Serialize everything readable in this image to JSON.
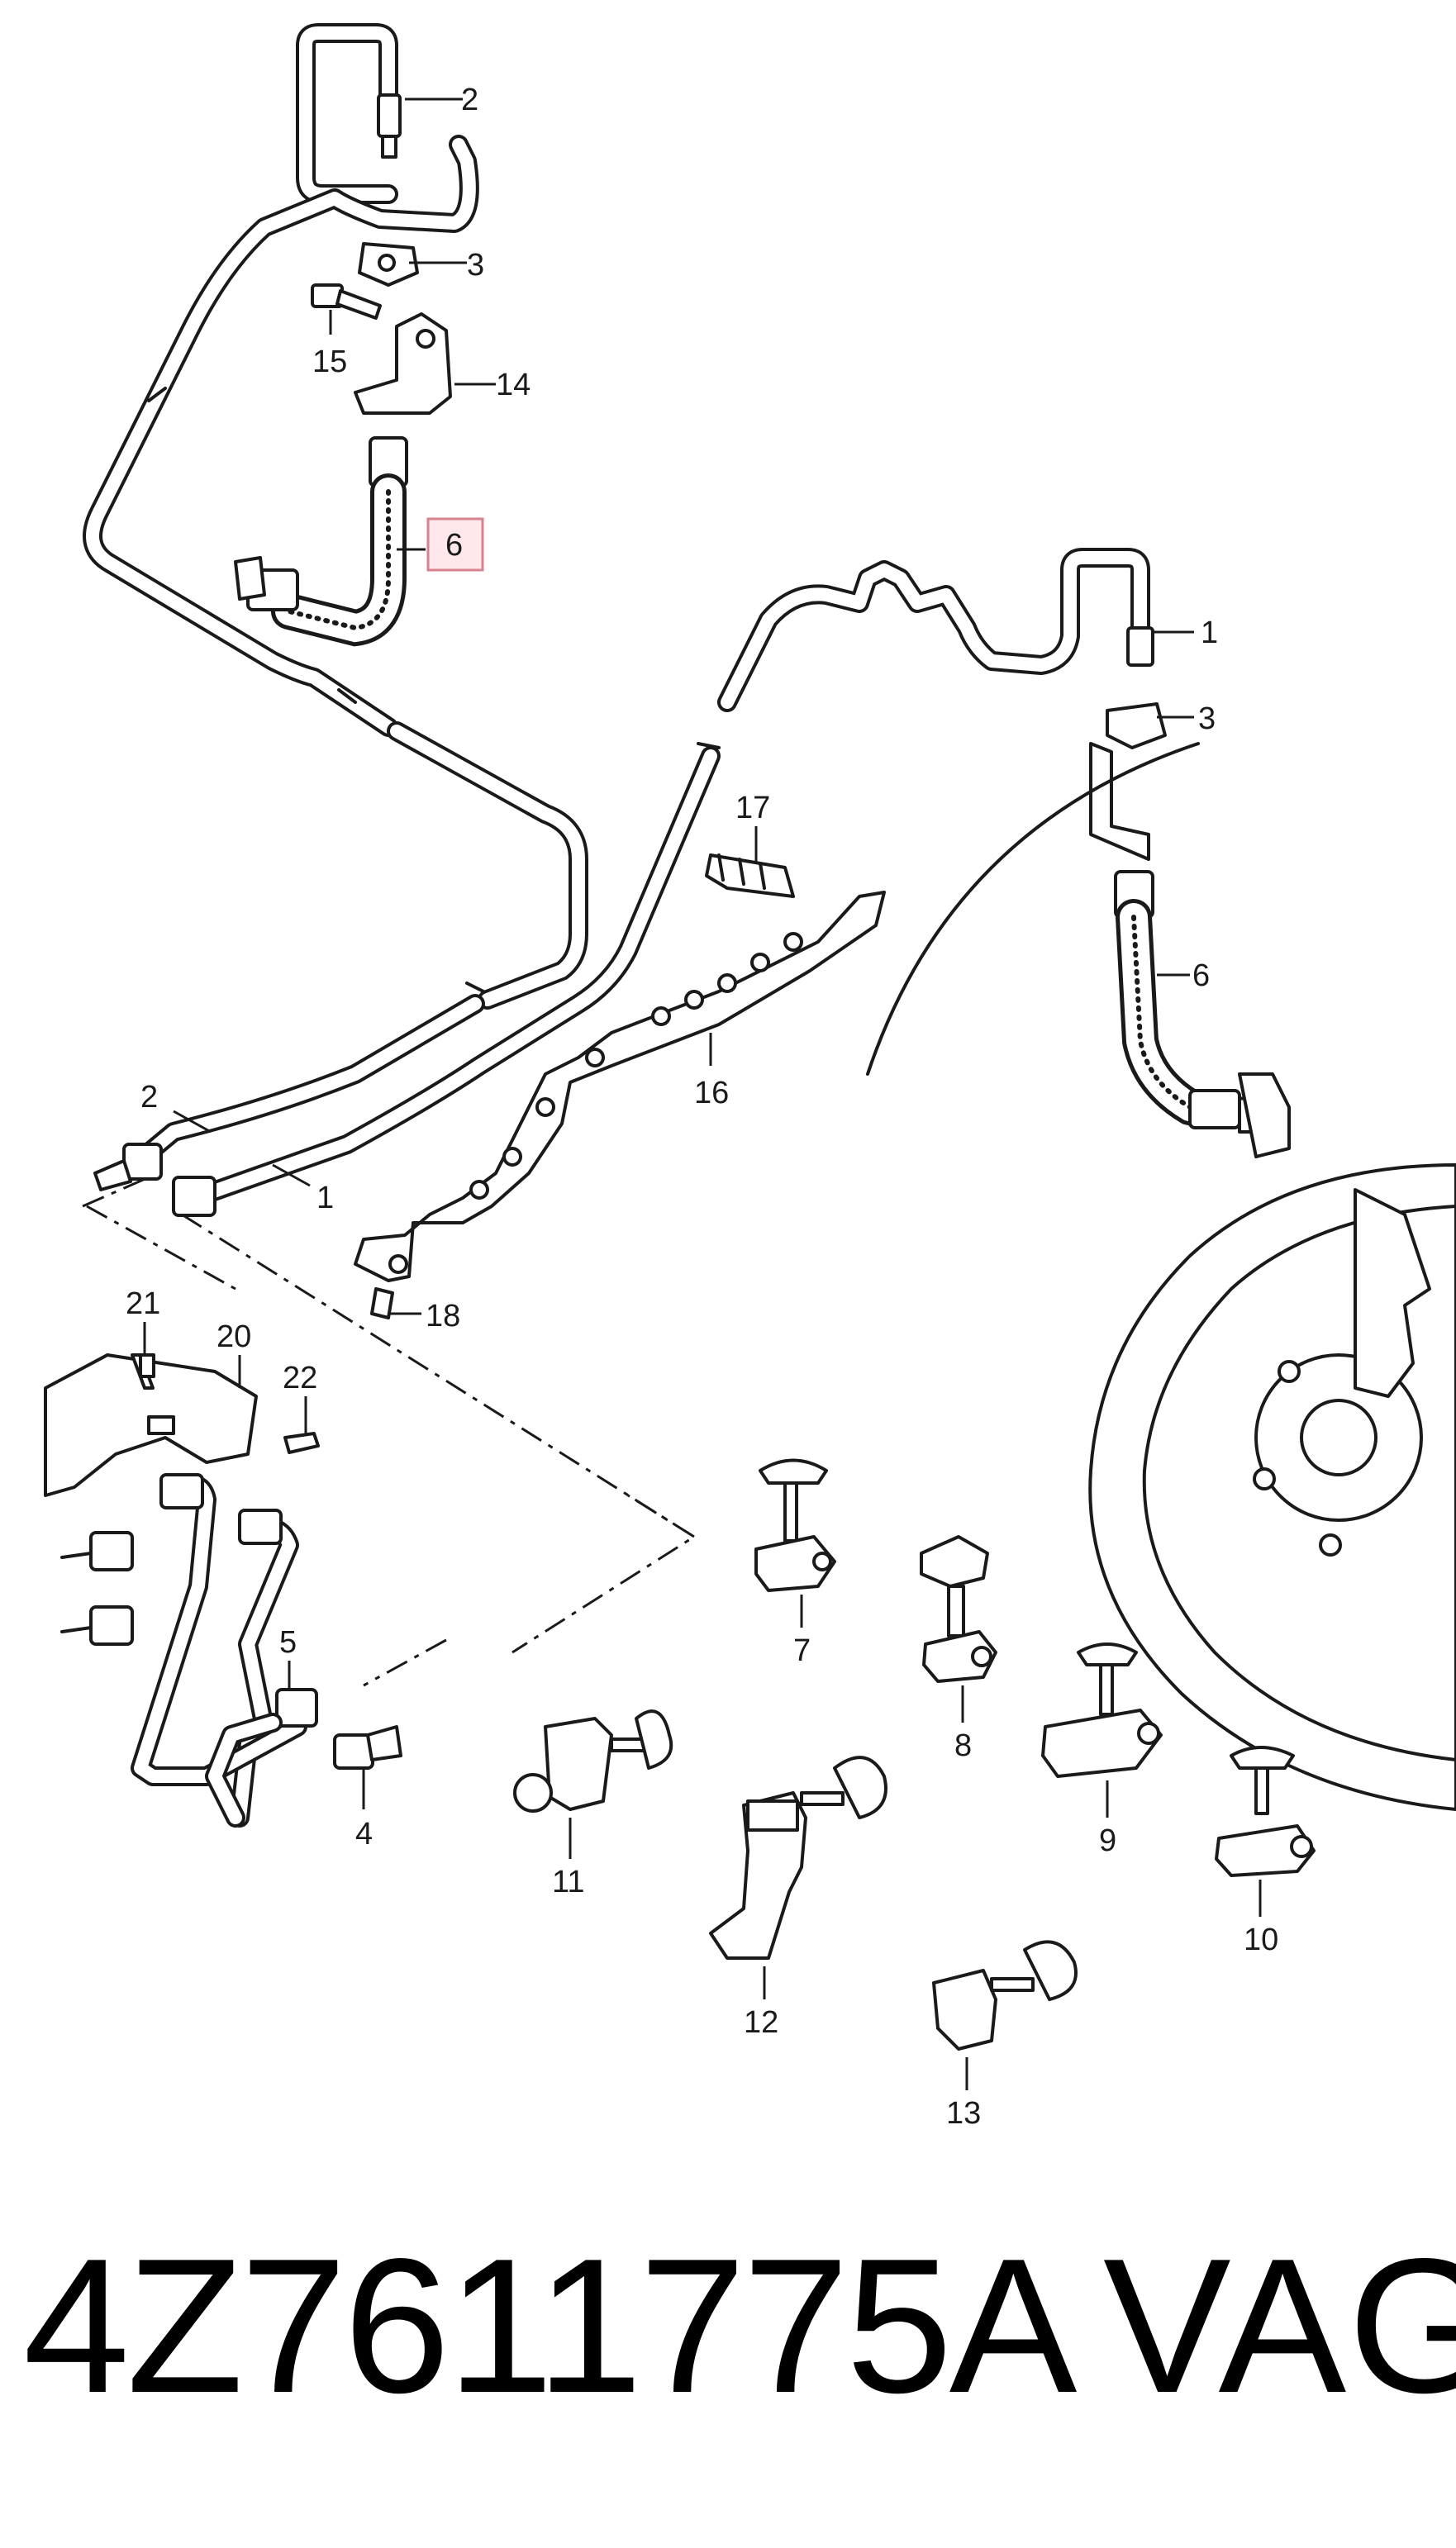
{
  "diagram": {
    "labels": [
      "1",
      "2",
      "3",
      "4",
      "5",
      "6",
      "7",
      "8",
      "9",
      "10",
      "11",
      "12",
      "13",
      "14",
      "15",
      "16",
      "17",
      "18",
      "20",
      "21",
      "22"
    ],
    "highlighted_label": "6",
    "highlight_color": "#ffe8ec"
  },
  "footer": {
    "part_number": "4Z7611775A",
    "brand": "VAG"
  }
}
